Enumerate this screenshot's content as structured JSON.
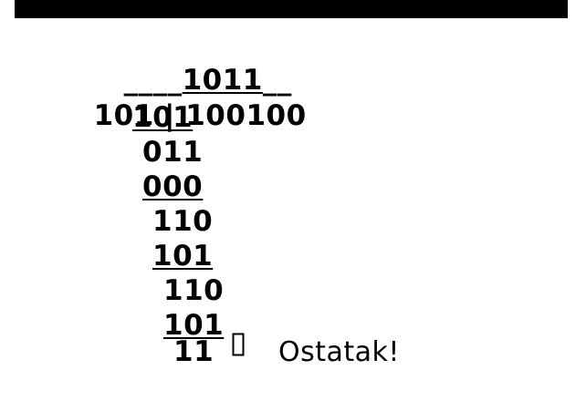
{
  "division": {
    "quotient_prefix": "____",
    "quotient": "1011",
    "quotient_suffix": "__",
    "divisor": "101",
    "separator": " | ",
    "dividend": "100100",
    "steps": [
      {
        "value": "101",
        "underlined": true
      },
      {
        "value": "011",
        "underlined": false
      },
      {
        "value": "000",
        "underlined": true
      },
      {
        "value": "110",
        "underlined": false
      },
      {
        "value": "101",
        "underlined": true
      },
      {
        "value": "110",
        "underlined": false
      },
      {
        "value": "101",
        "underlined": true
      }
    ],
    "remainder": "11",
    "remainder_label": "Ostatak!",
    "pointer_icon": "box-glyph-icon"
  }
}
